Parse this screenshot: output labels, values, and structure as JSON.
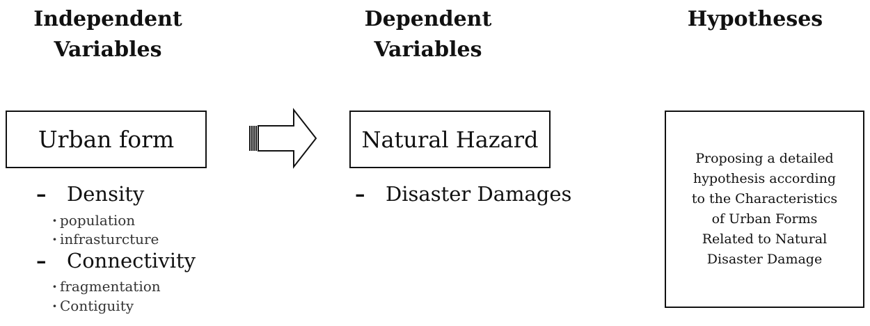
{
  "headings": {
    "independent": [
      "Independent",
      "Variables"
    ],
    "dependent": [
      "Dependent",
      "Variables"
    ],
    "hypotheses": "Hypotheses"
  },
  "boxes": {
    "urban_form": "Urban form",
    "natural_hazard": "Natural Hazard",
    "hypothesis_lines": [
      "Proposing a detailed",
      "hypothesis according",
      "to the Characteristics",
      "of Urban Forms",
      "Related to Natural",
      "Disaster Damage"
    ]
  },
  "independent_items": {
    "dash": "–",
    "bullet": "·",
    "density": {
      "label": "Density",
      "subs": [
        "population",
        "infrasturcture"
      ]
    },
    "connectivity": {
      "label": "Connectivity",
      "subs": [
        "fragmentation",
        "Contiguity"
      ]
    }
  },
  "dependent_items": {
    "damages": "Disaster Damages"
  },
  "icons": {
    "arrow": "right-block-arrow-icon"
  }
}
